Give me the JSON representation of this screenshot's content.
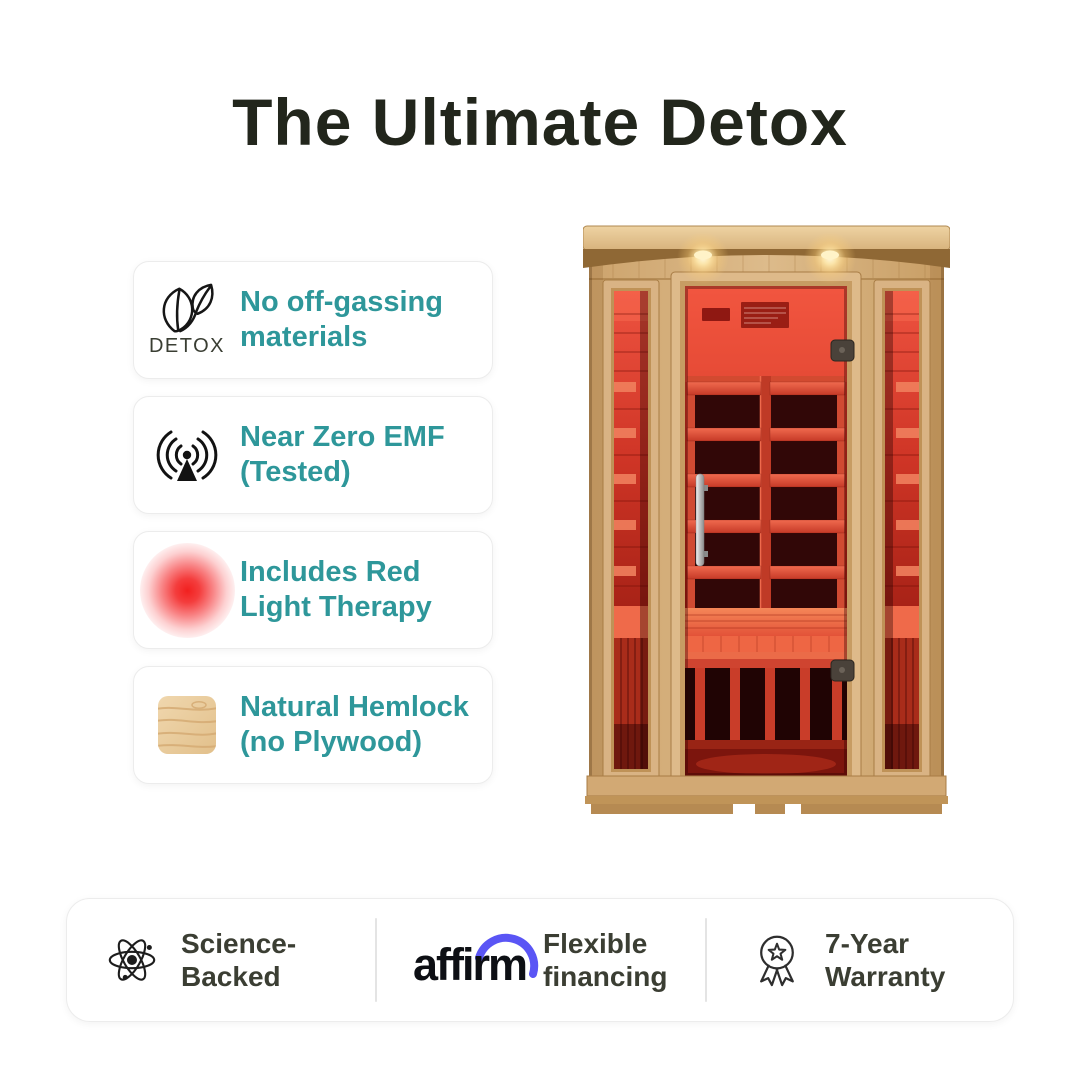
{
  "title": "The Ultimate Detox",
  "features": [
    {
      "icon": "leaf-detox-icon",
      "badge": "DETOX",
      "lines": [
        "No off-gassing",
        "materials"
      ]
    },
    {
      "icon": "emf-antenna-icon",
      "lines": [
        "Near Zero EMF",
        "(Tested)"
      ]
    },
    {
      "icon": "red-light-glow-icon",
      "lines": [
        "Includes Red",
        "Light Therapy"
      ]
    },
    {
      "icon": "hemlock-wood-icon",
      "lines": [
        "Natural Hemlock",
        "(no Plywood)"
      ]
    }
  ],
  "product": {
    "description": "Two-person natural hemlock infrared sauna, glass door and side windows glowing red from red light therapy, two warm ceiling lights"
  },
  "footer": [
    {
      "icon": "atom-icon",
      "lines": [
        "Science-",
        "Backed"
      ]
    },
    {
      "icon": "affirm-logo",
      "logo_text": "affirm",
      "lines": [
        "Flexible",
        "financing"
      ]
    },
    {
      "icon": "award-ribbon-icon",
      "lines": [
        "7-Year",
        "Warranty"
      ]
    }
  ],
  "colors": {
    "accent_teal": "#2E979A",
    "title_text": "#22261C",
    "label_text": "#3B3E33",
    "affirm_blue": "#5A55F5",
    "red_glow": "#F2201F",
    "wood_light": "#DCBA8A",
    "wood_dark": "#A87C45",
    "interior_red": "#D63727"
  }
}
